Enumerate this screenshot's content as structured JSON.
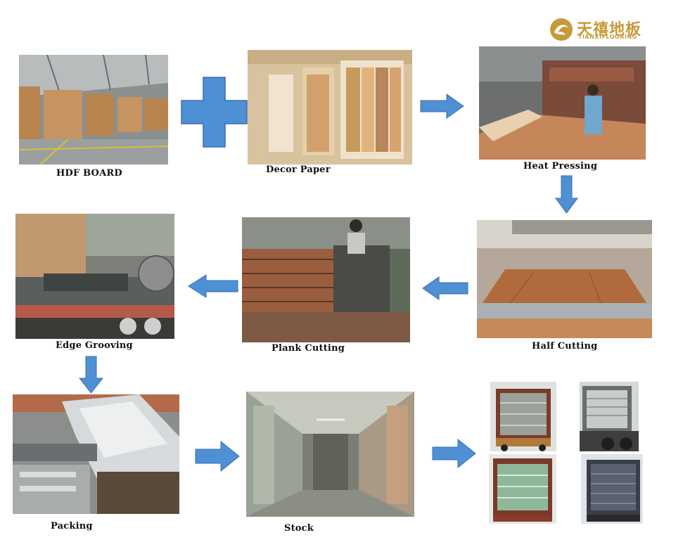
{
  "logo": {
    "chinese": "天禧地板",
    "english": "TIANXIFLOORING",
    "brand_color": "#c69a3a"
  },
  "steps": {
    "hdf_board": "HDF BOARD",
    "decor_paper": "Decor Paper",
    "heat_pressing": "Heat Pressing",
    "half_cutting": "Half Cutting",
    "plank_cutting": "Plank Cutting",
    "edge_grooving": "Edge Grooving",
    "packing": "Packing",
    "stock": "Stock"
  },
  "colors": {
    "arrow_fill": "#4f8fd4",
    "arrow_stroke": "#3a6fb0"
  },
  "icons": [
    "plus-icon",
    "arrow-right-icon",
    "arrow-down-icon",
    "arrow-left-icon"
  ]
}
